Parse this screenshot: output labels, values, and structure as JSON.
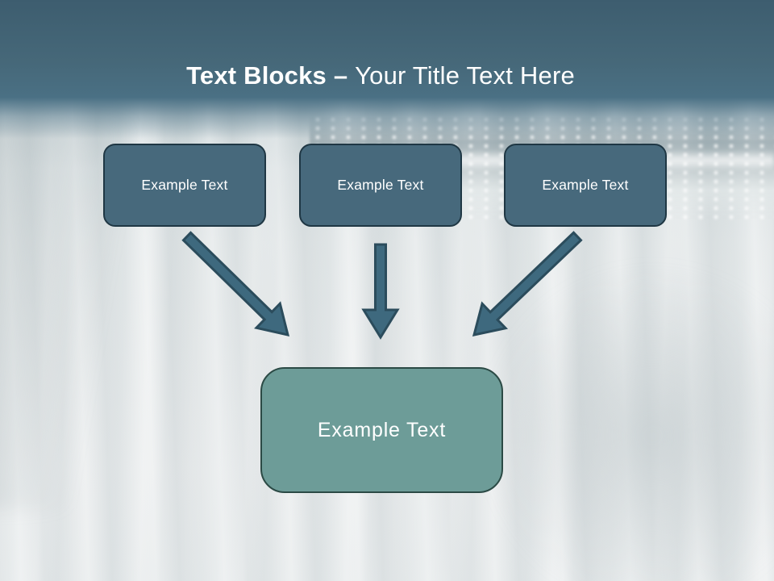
{
  "slide": {
    "title": {
      "bold": "Text Blocks",
      "dash": "–",
      "regular": "Your Title Text Here"
    },
    "blocks": [
      {
        "label": "Example Text"
      },
      {
        "label": "Example Text"
      },
      {
        "label": "Example Text"
      }
    ],
    "result": {
      "label": "Example Text"
    },
    "icons": [
      "arrow-down-right-icon",
      "arrow-down-icon",
      "arrow-down-left-icon"
    ],
    "colors": {
      "header_top": "#3d5d6f",
      "header_bottom": "#4a7084",
      "block_fill": "#47697c",
      "block_border": "#1f3744",
      "result_fill": "#6d9c98",
      "result_border": "#2b4a45",
      "arrow_fill": "#3e697e",
      "arrow_stroke": "#2b4c5c",
      "title_color": "#ffffff",
      "label_color": "#ffffff"
    }
  }
}
